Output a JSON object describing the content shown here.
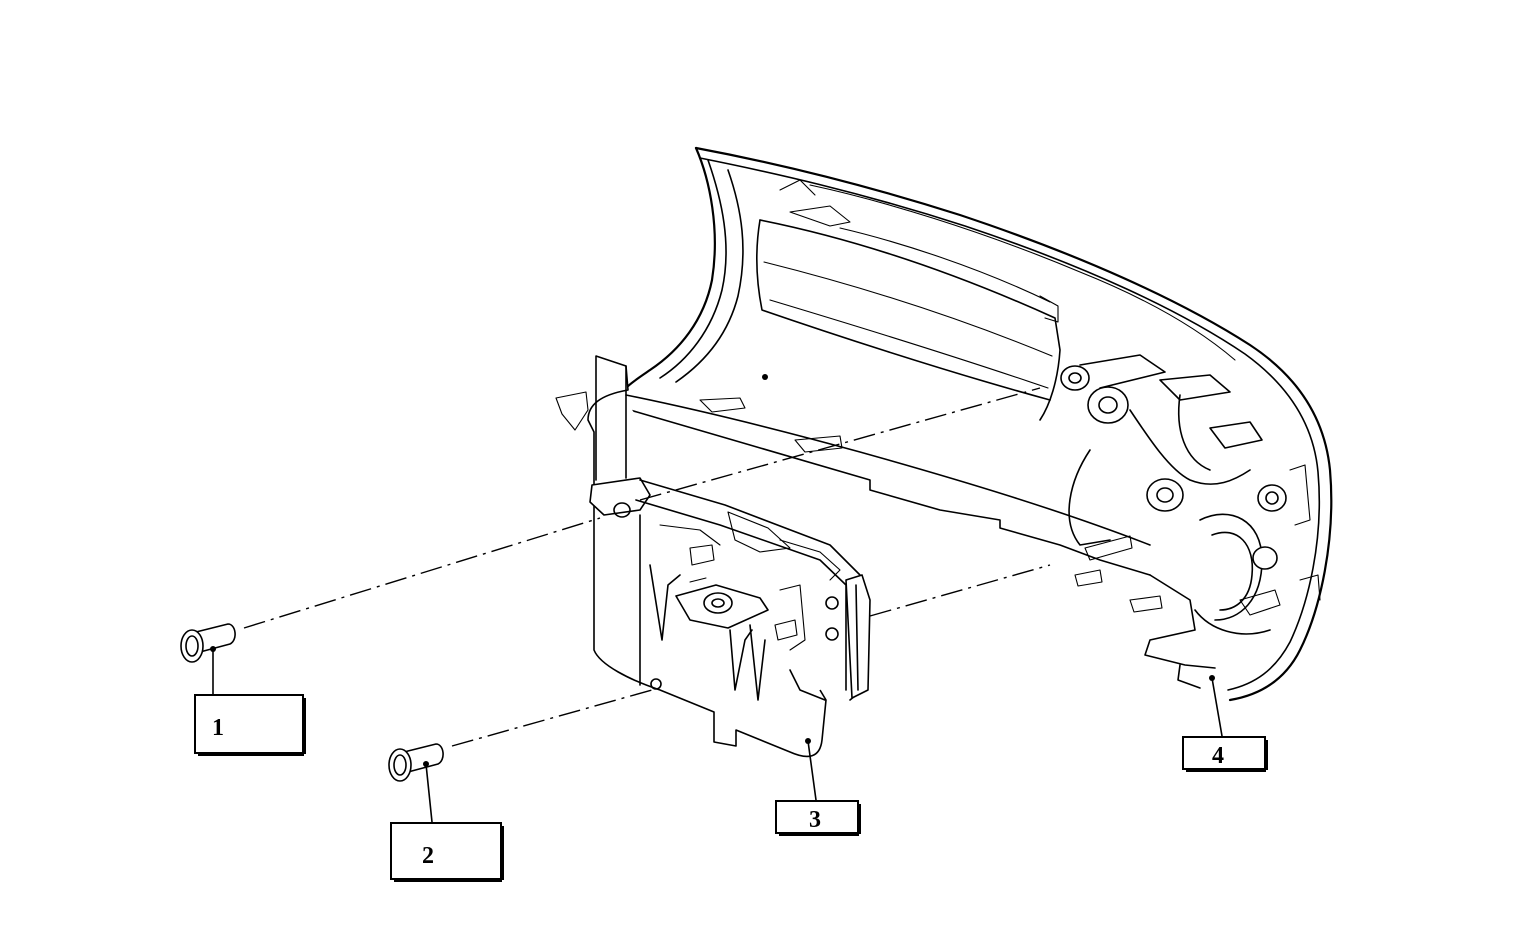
{
  "callouts": [
    {
      "id": "1",
      "label": "1",
      "part": "fastener-upper"
    },
    {
      "id": "2",
      "label": "2",
      "part": "fastener-lower"
    },
    {
      "id": "3",
      "label": "3",
      "part": "bracket-plate"
    },
    {
      "id": "4",
      "label": "4",
      "part": "handle-housing"
    }
  ],
  "colors": {
    "line": "#000000",
    "background": "#ffffff"
  }
}
